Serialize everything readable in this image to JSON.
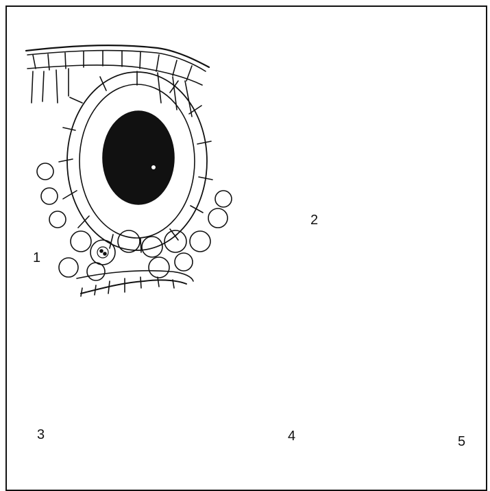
{
  "figure": {
    "ink_color": "#111111",
    "background": "#ffffff",
    "panels": [
      {
        "id": "panel-1",
        "label": "1"
      },
      {
        "id": "panel-2",
        "label": "2"
      },
      {
        "id": "panel-3",
        "label": "3"
      },
      {
        "id": "panel-4",
        "label": "4"
      },
      {
        "id": "panel-5",
        "label": "5"
      }
    ]
  }
}
